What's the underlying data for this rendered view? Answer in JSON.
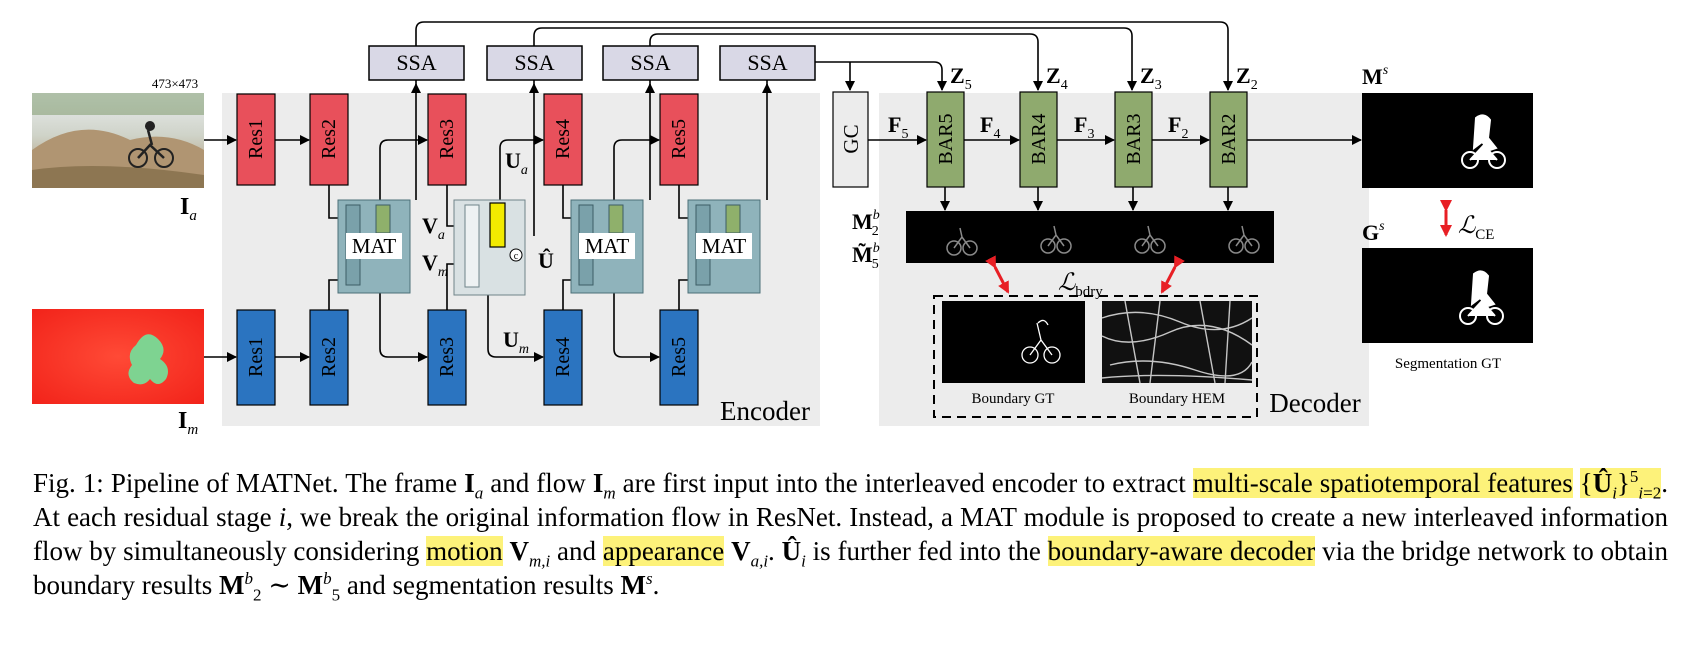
{
  "figure": {
    "input_size": "473×473",
    "input_appearance_label": "I",
    "input_appearance_sub": "a",
    "input_motion_label": "I",
    "input_motion_sub": "m",
    "res_appearance": [
      "Res1",
      "Res2",
      "Res3",
      "Res4",
      "Res5"
    ],
    "res_motion": [
      "Res1",
      "Res2",
      "Res3",
      "Res4",
      "Res5"
    ],
    "ssa": [
      "SSA",
      "SSA",
      "SSA",
      "SSA"
    ],
    "mat": [
      "MAT",
      "MAT",
      "MAT"
    ],
    "gc": "GC",
    "bar": [
      "BAR5",
      "BAR4",
      "BAR3",
      "BAR2"
    ],
    "f_labels": [
      {
        "b": "F",
        "s": "5"
      },
      {
        "b": "F",
        "s": "4"
      },
      {
        "b": "F",
        "s": "3"
      },
      {
        "b": "F",
        "s": "2"
      }
    ],
    "z_labels": [
      {
        "b": "Z",
        "s": "5"
      },
      {
        "b": "Z",
        "s": "4"
      },
      {
        "b": "Z",
        "s": "3"
      },
      {
        "b": "Z",
        "s": "2"
      }
    ],
    "va": {
      "b": "V",
      "s": "a"
    },
    "vm": {
      "b": "V",
      "s": "m"
    },
    "ua": {
      "b": "U",
      "s": "a"
    },
    "um": {
      "b": "U",
      "s": "m"
    },
    "u_hat": "Û",
    "c_symbol": "c",
    "encoder_label": "Encoder",
    "decoder_label": "Decoder",
    "m2b": {
      "b": "M",
      "sub": "2",
      "sup": "b"
    },
    "m5b": {
      "b": "M̃",
      "sub": "5",
      "sup": "b"
    },
    "ms": {
      "b": "M",
      "sup": "s"
    },
    "gs": {
      "b": "G",
      "sup": "s"
    },
    "l_bdry": {
      "L": "ℒ",
      "sub": "bdry"
    },
    "l_ce": {
      "L": "ℒ",
      "sub": "CE"
    },
    "boundary_gt": "Boundary GT",
    "boundary_hem": "Boundary HEM",
    "segmentation_gt": "Segmentation GT"
  },
  "caption": {
    "fig_label": "Fig. 1:",
    "t1": " Pipeline of MATNet. The frame ",
    "t2": " and flow ",
    "t3": " are first input into the interleaved encoder to extract ",
    "hl1": "multi-scale spatiotemporal features",
    "t4": ". At each residual stage ",
    "t5": ", we break the original information flow in ResNet. Instead, a MAT module is proposed to create a new interleaved information flow by simultaneously considering ",
    "hl2": "motion",
    "t6": " and ",
    "hl3": "appearance",
    "t7": " is further fed into the ",
    "hl4": "boundary-aware decoder",
    "t8": " via the bridge network to obtain boundary results ",
    "t9": " and segmentation results ",
    "t10": "."
  },
  "colors": {
    "res_appearance": "#e8505b",
    "res_motion": "#2b74c0",
    "ssa": "#d9d8e6",
    "bar": "#8faa6e",
    "mat": "#8fb3bb",
    "panel": "#ececec",
    "highlight": "#fdf27a",
    "arrow_red": "#e81f25"
  }
}
